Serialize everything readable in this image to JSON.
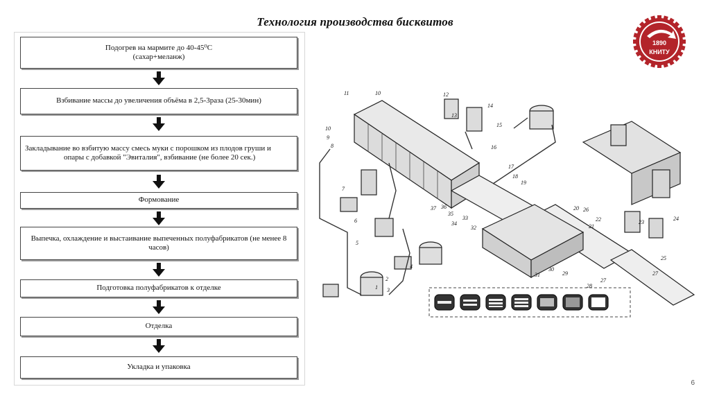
{
  "title": "Технология производства бисквитов",
  "page_number": "6",
  "colors": {
    "logo_red": "#b3242a",
    "text": "#111111",
    "box_border": "#444444"
  },
  "logo": {
    "year": "1890",
    "name": "КНИТУ"
  },
  "flow_steps": [
    {
      "line1": "Подогрев на мармите до 40-45⁰С",
      "line2": "(сахар+меланж)"
    },
    {
      "line1": "Взбивание массы до увеличения объёма в 2,5-3раза (25-30мин)",
      "line2": ""
    },
    {
      "line1": "Закладывание во взбитую массу смесь муки с порошком из плодов груши  и",
      "line2": "опары с добавкой \"Эвиталия\", взбивание (не более 20 сек.)"
    },
    {
      "line1": "Формование",
      "line2": ""
    },
    {
      "line1": "Выпечка, охлаждение и выстаивание выпеченных полуфабрикатов (не менее 8",
      "line2": "часов)"
    },
    {
      "line1": "Подготовка полуфабрикатов к отделке",
      "line2": ""
    },
    {
      "line1": "Отделка",
      "line2": ""
    },
    {
      "line1": "Укладка и упаковка",
      "line2": ""
    }
  ],
  "scheme_labels": [
    "1",
    "2",
    "3",
    "4",
    "5",
    "6",
    "7",
    "8",
    "9",
    "10",
    "10",
    "11",
    "12",
    "13",
    "14",
    "15",
    "16",
    "17",
    "18",
    "19",
    "20",
    "21",
    "22",
    "23",
    "24",
    "25",
    "26",
    "27",
    "27",
    "28",
    "29",
    "30",
    "31",
    "32",
    "33",
    "34",
    "35",
    "36",
    "37"
  ]
}
